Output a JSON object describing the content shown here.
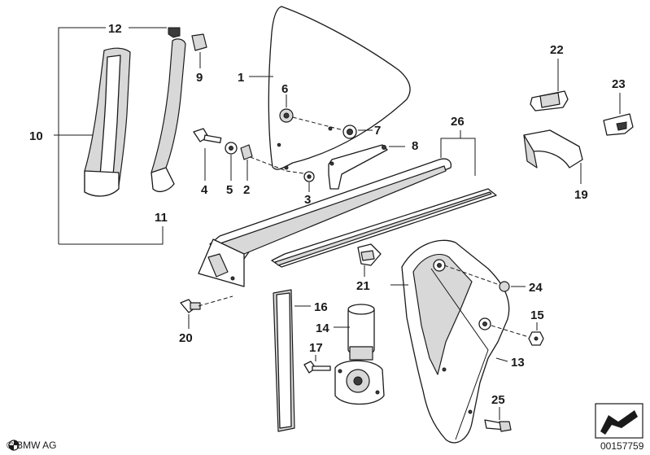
{
  "diagram": {
    "callouts": {
      "c1": "1",
      "c2": "2",
      "c3": "3",
      "c4": "4",
      "c5": "5",
      "c6": "6",
      "c7": "7",
      "c8": "8",
      "c9": "9",
      "c10": "10",
      "c11": "11",
      "c12": "12",
      "c13": "13",
      "c14": "14",
      "c15": "15",
      "c16": "16",
      "c17": "17",
      "c19": "19",
      "c20": "20",
      "c21": "21",
      "c22": "22",
      "c23": "23",
      "c24": "24",
      "c25": "25",
      "c26": "26"
    },
    "footer": {
      "copyright": "© BMW AG",
      "drawing_number": "00157759"
    }
  }
}
